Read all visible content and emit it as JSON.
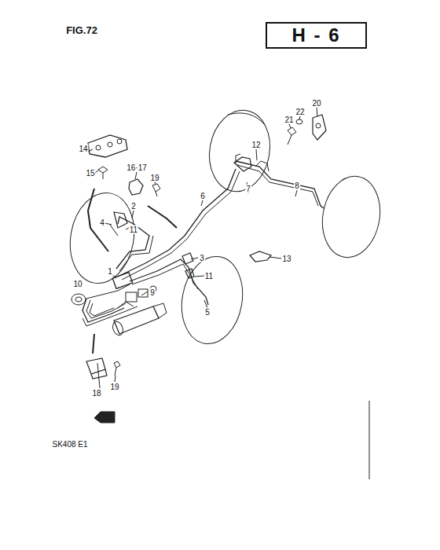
{
  "diagram": {
    "title": "FIG.72",
    "nodes": [
      {
        "text": [
          "H - 6"
        ]
      }
    ],
    "labels": [
      "20",
      "22",
      "21",
      "14",
      "12",
      "15",
      "16·17",
      "19",
      "6",
      "7",
      "8",
      "2",
      "4",
      "11",
      "3",
      "13",
      "1",
      "11",
      "10",
      "9",
      "5",
      "18",
      "19",
      "SK408 E1"
    ]
  }
}
